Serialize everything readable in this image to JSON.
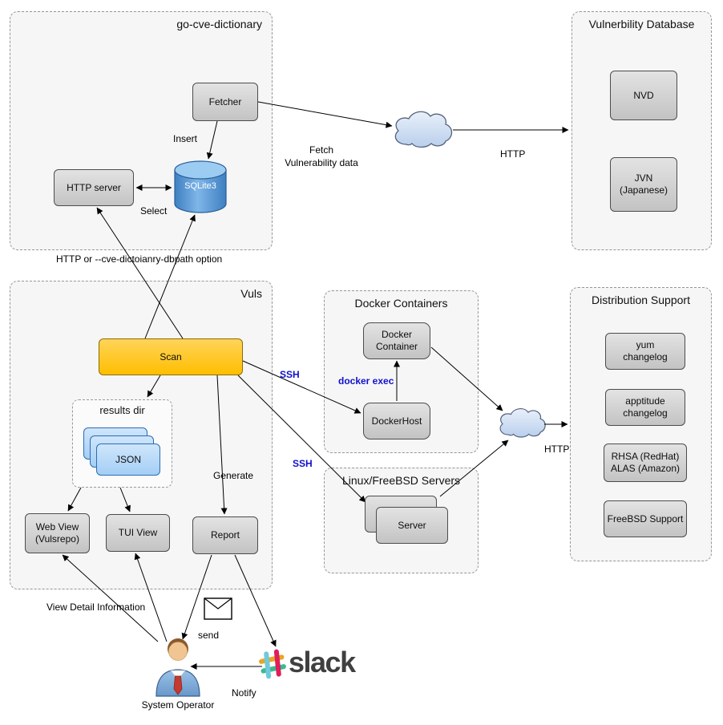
{
  "groups": {
    "go_cve_dictionary": {
      "title": "go-cve-dictionary"
    },
    "vuln_db": {
      "title": "Vulnerbility Database"
    },
    "vuls": {
      "title": "Vuls"
    },
    "docker": {
      "title": "Docker Containers"
    },
    "linux_servers": {
      "title": "Linux/FreeBSD Servers"
    },
    "distribution": {
      "title": "Distribution Support"
    },
    "results_dir": {
      "title": "results dir"
    }
  },
  "nodes": {
    "fetcher": {
      "label": "Fetcher"
    },
    "http_server": {
      "label": "HTTP server"
    },
    "sqlite": {
      "label": "SQLite3"
    },
    "nvd": {
      "label": "NVD"
    },
    "jvn": {
      "label": "JVN\n(Japanese)"
    },
    "scan": {
      "label": "Scan"
    },
    "json": {
      "label": "JSON"
    },
    "web_view": {
      "label": "Web View\n(Vulsrepo)"
    },
    "tui_view": {
      "label": "TUI View"
    },
    "report": {
      "label": "Report"
    },
    "docker_container": {
      "label": "Docker\nContainer"
    },
    "docker_host": {
      "label": "DockerHost"
    },
    "server": {
      "label": "Server"
    },
    "yum_changelog": {
      "label": "yum\nchangelog"
    },
    "apptitude_changelog": {
      "label": "apptitude\nchangelog"
    },
    "rhsa_alas": {
      "label": "RHSA (RedHat)\nALAS (Amazon)"
    },
    "freebsd_support": {
      "label": "FreeBSD Support"
    }
  },
  "edge_labels": {
    "insert": "Insert",
    "select": "Select",
    "fetch_vuln": "Fetch\nVulnerability data",
    "http_fetch": "HTTP",
    "http_option": "HTTP or --cve-dictoianry-dbpath option",
    "ssh_docker": "SSH",
    "ssh_linux": "SSH",
    "docker_exec": "docker exec",
    "generate": "Generate",
    "http_dist": "HTTP",
    "view_detail": "View Detail Information",
    "send": "send",
    "notify": "Notify"
  },
  "footer": {
    "system_operator": "System Operator",
    "slack_wordmark": "slack"
  },
  "colors": {
    "edge_label_blue": "#1111cc",
    "scan_yellow": "#ffc400",
    "cylinder_blue": "#4a8fd4",
    "json_blue": "#a3cef5"
  }
}
